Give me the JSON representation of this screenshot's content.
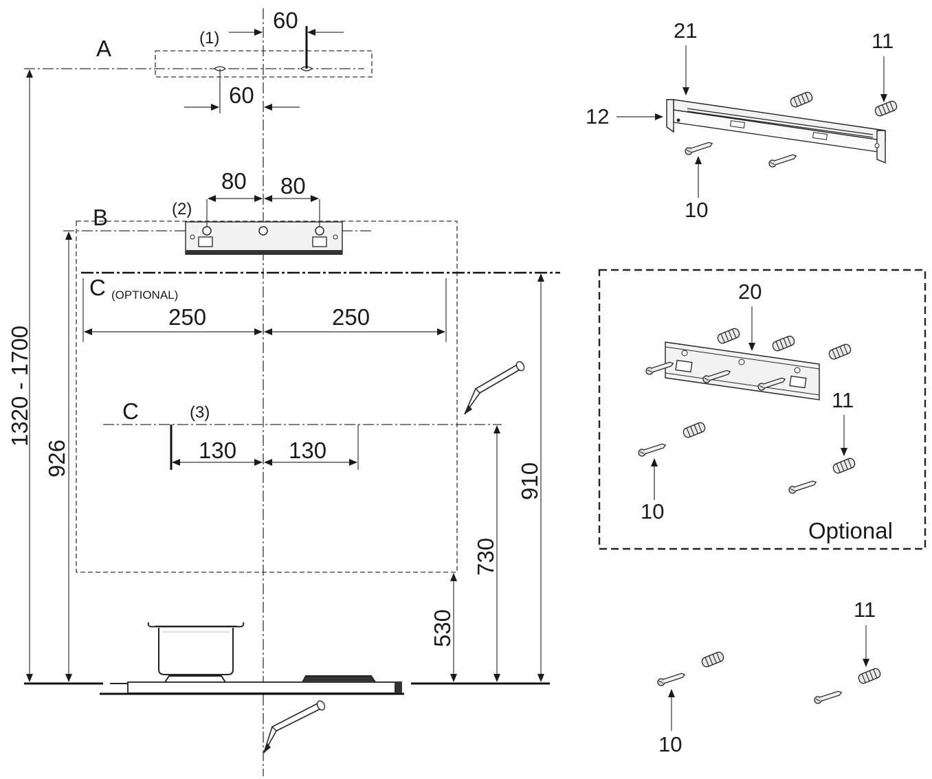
{
  "labels": {
    "a": "A",
    "b": "B",
    "c_opt": "C",
    "c_opt_note": "(OPTIONAL)",
    "c": "C",
    "p1": "(1)",
    "p2": "(2)",
    "p3": "(3)"
  },
  "dimensions": {
    "a_right": "60",
    "a_left": "60",
    "b_left": "80",
    "b_right": "80",
    "copt_left": "250",
    "copt_right": "250",
    "c_left": "130",
    "c_right": "130",
    "total_height": "1320 - 1700",
    "h926": "926",
    "h910": "910",
    "h730": "730",
    "h530": "530"
  },
  "parts": {
    "p21": "21",
    "p11_top": "11",
    "p12": "12",
    "p10_top": "10",
    "p20": "20",
    "p11_mid": "11",
    "p10_mid": "10",
    "optional": "Optional",
    "p11_bot": "11",
    "p10_bot": "10"
  },
  "icons": [
    "pencil-icon",
    "cooking-pot-icon",
    "hob-icon",
    "wall-bracket-icon",
    "wall-plug-icon",
    "screw-icon"
  ]
}
